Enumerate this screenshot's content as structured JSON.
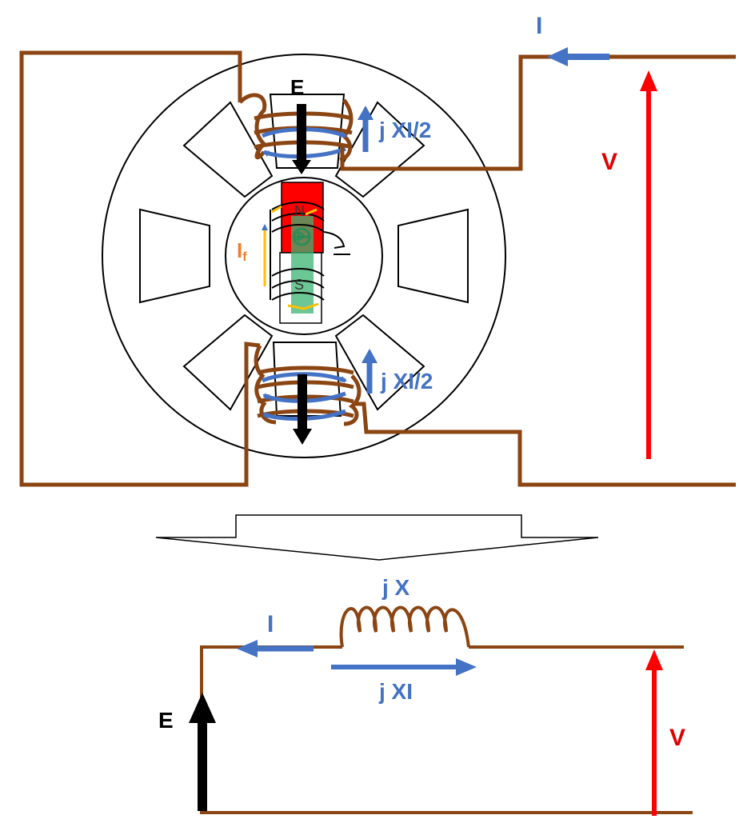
{
  "labels": {
    "top_current": "I",
    "top_emf": "E",
    "top_reactance_drop_upper": "j XI/2",
    "top_reactance_drop_lower": "j XI/2",
    "top_voltage": "V",
    "field_current": "I",
    "field_current_subscript": "f",
    "flux_symbol": "Φ",
    "pole_north": "N",
    "pole_south": "S",
    "bottom_reactance": "j X",
    "bottom_current": "I",
    "bottom_reactance_drop": "j XI",
    "bottom_emf": "E",
    "bottom_voltage": "V"
  },
  "colors": {
    "wire": "#8b4513",
    "current_blue": "#4472c4",
    "voltage_red": "#ff0000",
    "emf_black": "#000000",
    "pole_north": "#ff0000",
    "flux_green": "#3cb371",
    "field_orange": "#ffc000"
  }
}
